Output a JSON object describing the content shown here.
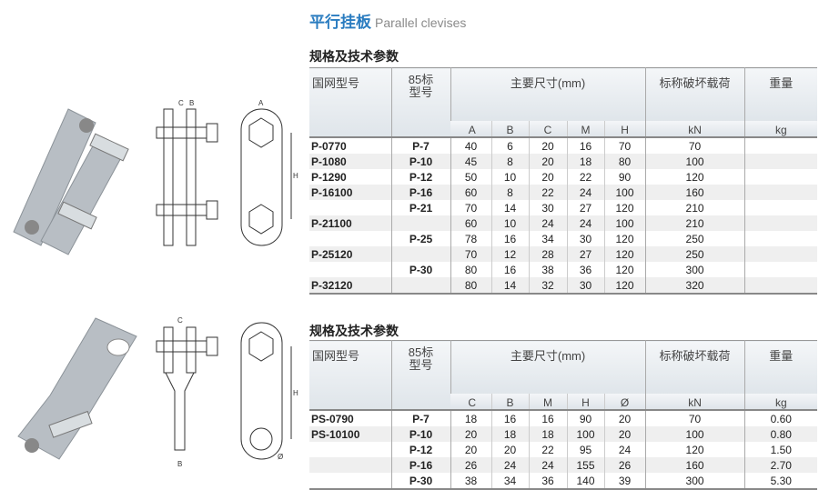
{
  "title": {
    "cn": "平行挂板",
    "en": "Parallel clevises"
  },
  "sections": [
    {
      "subtitle": "规格及技术参数",
      "headers": {
        "gw": "国网型号",
        "std85": "85标\n型号",
        "dims": "主要尺寸(mm)",
        "load": "标称破坏载荷",
        "weight": "重量",
        "dim_cols": [
          "A",
          "B",
          "C",
          "M",
          "H"
        ],
        "load_unit": "kN",
        "weight_unit": "kg"
      },
      "rows": [
        [
          "P-0770",
          "P-7",
          "40",
          "6",
          "20",
          "16",
          "70",
          "70",
          ""
        ],
        [
          "P-1080",
          "P-10",
          "45",
          "8",
          "20",
          "18",
          "80",
          "100",
          ""
        ],
        [
          "P-1290",
          "P-12",
          "50",
          "10",
          "20",
          "22",
          "90",
          "120",
          ""
        ],
        [
          "P-16100",
          "P-16",
          "60",
          "8",
          "22",
          "24",
          "100",
          "160",
          ""
        ],
        [
          "",
          "P-21",
          "70",
          "14",
          "30",
          "27",
          "120",
          "210",
          ""
        ],
        [
          "P-21100",
          "",
          "60",
          "10",
          "24",
          "24",
          "100",
          "210",
          ""
        ],
        [
          "",
          "P-25",
          "78",
          "16",
          "34",
          "30",
          "120",
          "250",
          ""
        ],
        [
          "P-25120",
          "",
          "70",
          "12",
          "28",
          "27",
          "120",
          "250",
          ""
        ],
        [
          "",
          "P-30",
          "80",
          "16",
          "38",
          "36",
          "120",
          "300",
          ""
        ],
        [
          "P-32120",
          "",
          "80",
          "14",
          "32",
          "30",
          "120",
          "320",
          ""
        ]
      ],
      "drawing_labels": [
        "C",
        "B",
        "A",
        "H"
      ]
    },
    {
      "subtitle": "规格及技术参数",
      "headers": {
        "gw": "国网型号",
        "std85": "85标\n型号",
        "dims": "主要尺寸(mm)",
        "load": "标称破坏载荷",
        "weight": "重量",
        "dim_cols": [
          "C",
          "B",
          "M",
          "H",
          "Ø"
        ],
        "load_unit": "kN",
        "weight_unit": "kg"
      },
      "rows": [
        [
          "PS-0790",
          "P-7",
          "18",
          "16",
          "16",
          "90",
          "20",
          "70",
          "0.60"
        ],
        [
          "PS-10100",
          "P-10",
          "20",
          "18",
          "18",
          "100",
          "20",
          "100",
          "0.80"
        ],
        [
          "",
          "P-12",
          "20",
          "20",
          "22",
          "95",
          "24",
          "120",
          "1.50"
        ],
        [
          "",
          "P-16",
          "26",
          "24",
          "24",
          "155",
          "26",
          "160",
          "2.70"
        ],
        [
          "",
          "P-30",
          "38",
          "34",
          "36",
          "140",
          "39",
          "300",
          "5.30"
        ]
      ],
      "drawing_labels": [
        "C",
        "B",
        "H",
        "Ø"
      ]
    }
  ]
}
